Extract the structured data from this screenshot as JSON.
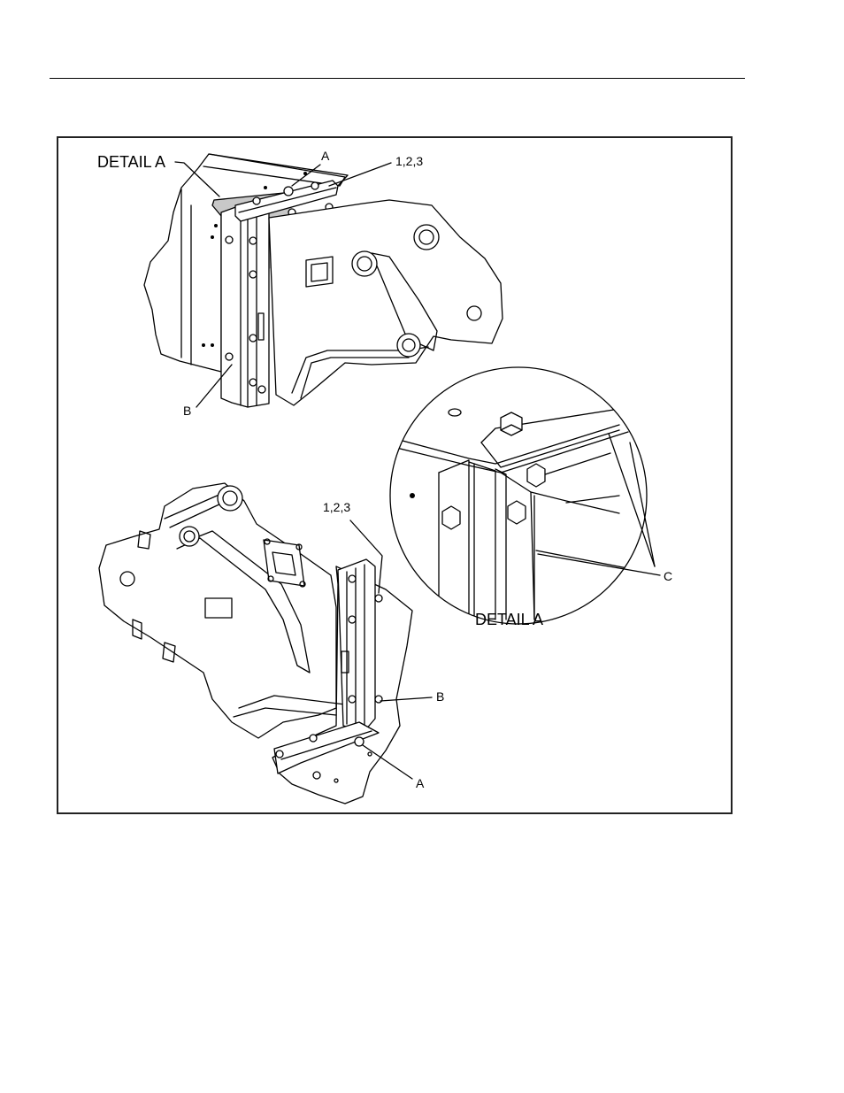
{
  "figure": {
    "top_view": {
      "detail_label": "DETAIL A",
      "callout_a": "A",
      "callout_parts": "1,2,3",
      "callout_b": "B"
    },
    "bottom_view": {
      "callout_parts": "1,2,3",
      "callout_b": "B",
      "callout_a": "A"
    },
    "detail_view": {
      "callout_c": "C",
      "title": "DETAIL A"
    }
  }
}
